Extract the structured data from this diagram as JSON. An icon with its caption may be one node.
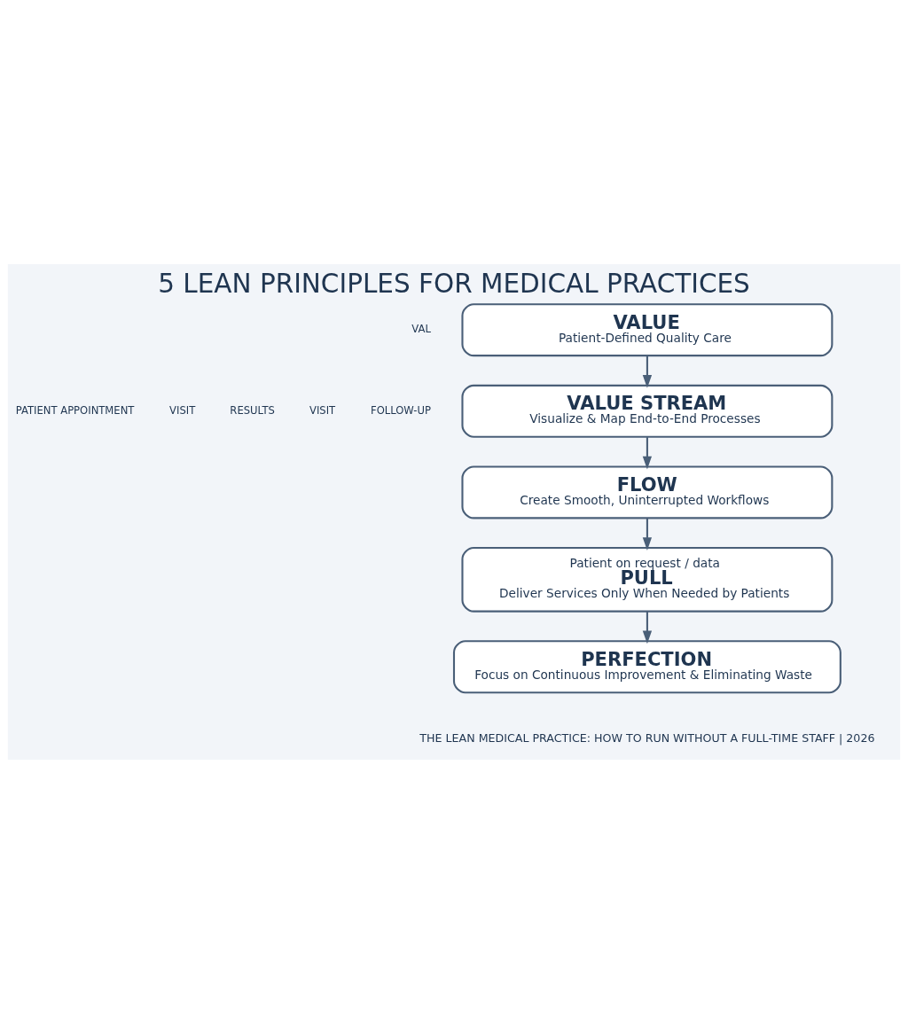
{
  "diagram": {
    "title": "5 LEAN PRINCIPLES FOR MEDICAL PRACTICES",
    "caption": "THE LEAN MEDICAL PRACTICE: HOW TO RUN WITHOUT A FULL-TIME STAFF | 2026",
    "nodes": [
      {
        "text": [
          "VALUE",
          "Patient-Defined Quality Care"
        ]
      },
      {
        "text": [
          "VALUE STREAM",
          "Visualize & Map End-to-End Processes"
        ]
      },
      {
        "text": [
          "FLOW",
          "Create Smooth, Uninterrupted Workflows"
        ]
      },
      {
        "text": [
          "Patient on request / data",
          "PULL",
          "Deliver Services Only When Needed by Patients"
        ]
      },
      {
        "text": [
          "PERFECTION",
          "Focus on Continuous Improvement & Eliminating Waste"
        ]
      }
    ],
    "edges": [
      {
        "from": 0,
        "to": 1,
        "arrow": "to"
      },
      {
        "from": 1,
        "to": 2,
        "arrow": "to"
      },
      {
        "from": 2,
        "to": 3,
        "arrow": "to"
      },
      {
        "from": 3,
        "to": 4,
        "arrow": "to"
      }
    ],
    "labels": [
      "VAL",
      "PATIENT APPOINTMENT",
      "VISIT",
      "RESULTS",
      "VISIT",
      "FOLLOW-UP"
    ]
  }
}
